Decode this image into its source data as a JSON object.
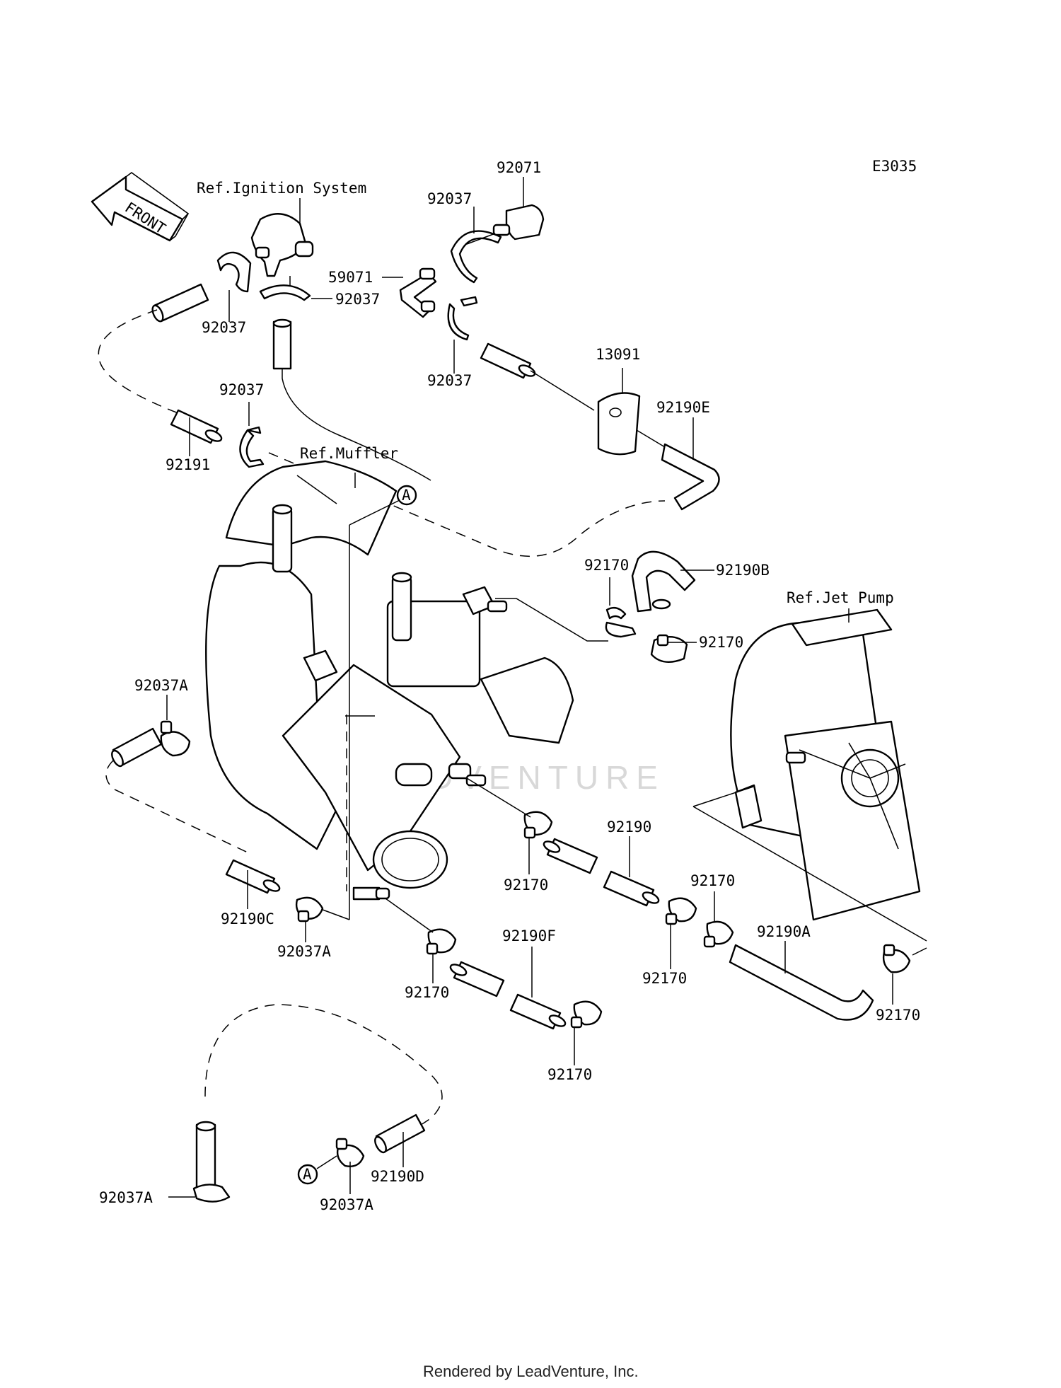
{
  "diagram_code": "E3035",
  "front_label": "FRONT",
  "refs": {
    "ignition": "Ref.Ignition System",
    "muffler": "Ref.Muffler",
    "jet_pump": "Ref.Jet Pump"
  },
  "marker_letter": "A",
  "parts": {
    "p92071": "92071",
    "p92037_top": "92037",
    "p59071": "59071",
    "p92037_ign": "92037",
    "p92037_left": "92037",
    "p92037_mid": "92037",
    "p13091": "13091",
    "p92037_hose": "92037",
    "p92190E": "92190E",
    "p92191": "92191",
    "p92170_upper": "92170",
    "p92190B": "92190B",
    "p92170_upper2": "92170",
    "p92037A_left": "92037A",
    "p92190": "92190",
    "p92170_a": "92170",
    "p92170_b": "92170",
    "p92190A": "92190A",
    "p92190C": "92190C",
    "p92037A_mid": "92037A",
    "p92190F": "92190F",
    "p92170_c": "92170",
    "p92170_d": "92170",
    "p92170_e": "92170",
    "p92170_f": "92170",
    "p92037A_bl": "92037A",
    "p92190D": "92190D",
    "p92037A_bm": "92037A"
  },
  "watermark": "LEADVENTURE",
  "footer": "Rendered by LeadVenture, Inc."
}
